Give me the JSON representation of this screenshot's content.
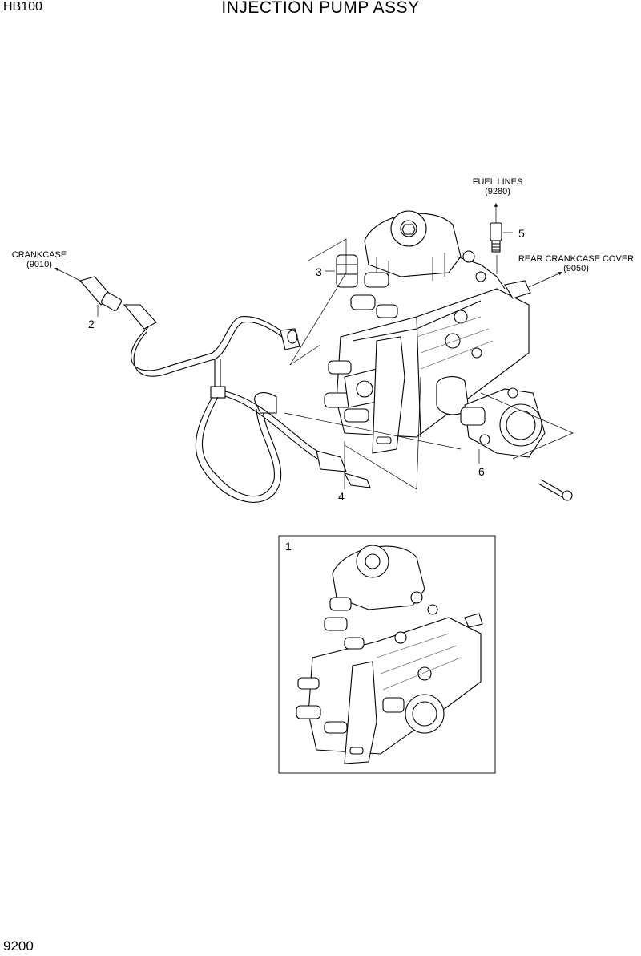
{
  "header": {
    "model": "HB100",
    "title": "INJECTION PUMP ASSY"
  },
  "footer": {
    "page_number": "9200"
  },
  "references": {
    "crankcase": {
      "name": "CRANKCASE",
      "code": "(9010)"
    },
    "fuel_lines": {
      "name": "FUEL LINES",
      "code": "(9280)"
    },
    "rear_crankcase_cover": {
      "name": "REAR CRANKCASE COVER",
      "code": "(9050)"
    }
  },
  "callouts": {
    "item1": "1",
    "item2": "2",
    "item3": "3",
    "item4": "4",
    "item5": "5",
    "item6": "6"
  }
}
